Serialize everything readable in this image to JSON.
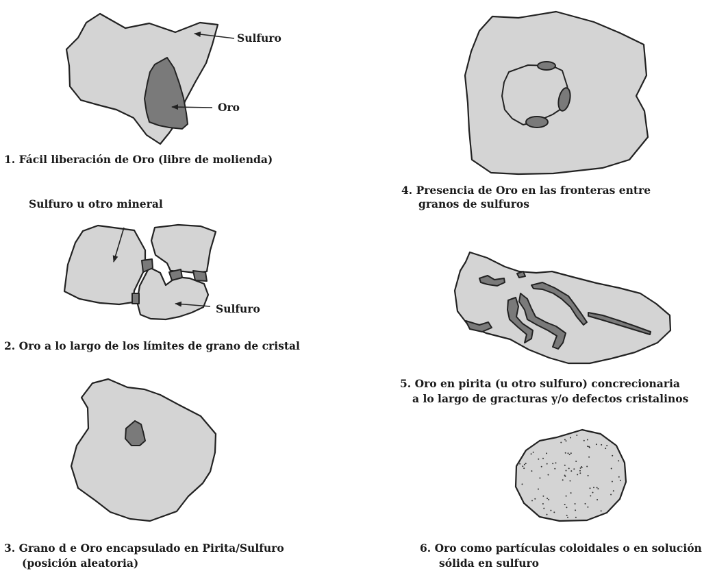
{
  "panel1": {
    "label_sulfide": "Sulfuro",
    "label_gold": "Oro",
    "caption": "1. Fácil liberación de Oro (libre de molienda)"
  },
  "panel2": {
    "label_top": "Sulfuro u otro mineral",
    "label_sulfide": "Sulfuro",
    "caption": "2.  Oro a lo largo de los límites de grano de cristal"
  },
  "panel3": {
    "caption_line1": "3.  Grano d e Oro encapsulado en Pirita/Sulfuro",
    "caption_line2": "(posición aleatoria)"
  },
  "panel4": {
    "caption_line1": "4.  Presencia de Oro en las fronteras entre",
    "caption_line2": "granos de sulfuros"
  },
  "panel5": {
    "caption_line1": "5. Oro en pirita (u otro sulfuro) concrecionaria",
    "caption_line2": "a lo largo de gracturas y/o defectos cristalinos"
  },
  "panel6": {
    "caption_line1": "6.  Oro como partículas coloidales o en solución",
    "caption_line2": "sólida en sulfuro"
  },
  "colors": {
    "sulfide_fill": "#d4d4d4",
    "gold_fill": "#7a7a7a",
    "outline": "#222222"
  }
}
